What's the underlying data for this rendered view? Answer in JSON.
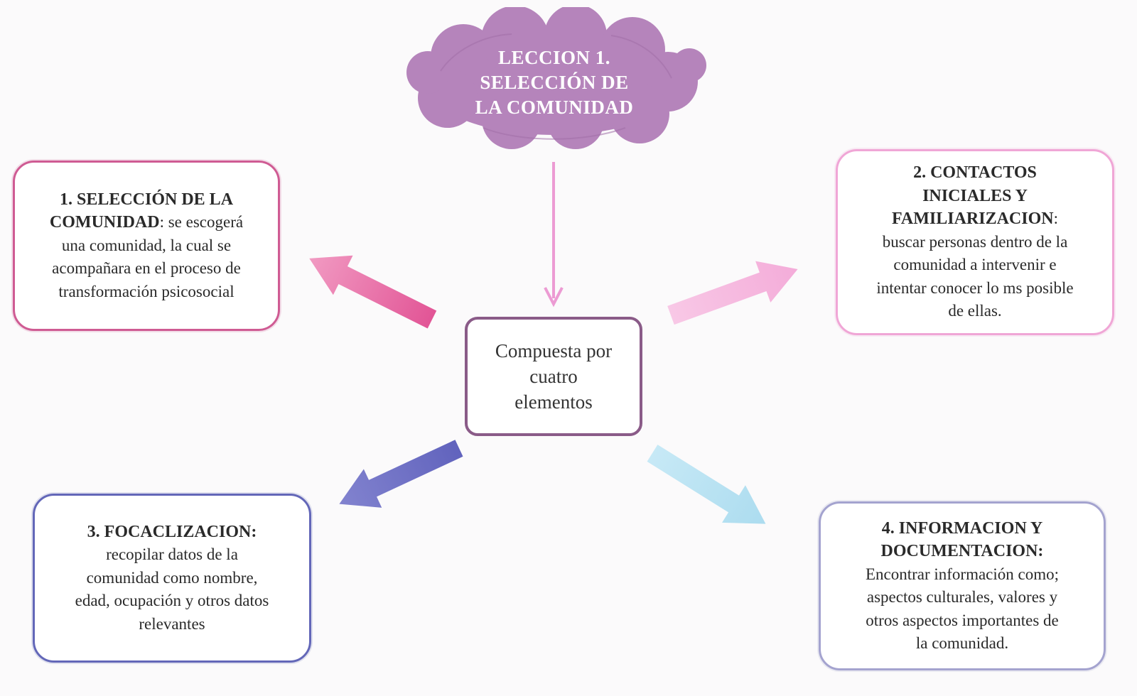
{
  "title_cloud": {
    "line1": "LECCION 1.",
    "line2": "SELECCIÓN DE",
    "line3": "LA COMUNIDAD",
    "color": "#b87fbd"
  },
  "center": {
    "line1": "Compuesta por",
    "line2": "cuatro",
    "line3": "elementos"
  },
  "elements": [
    {
      "heading_1": "1. SELECCIÓN DE LA",
      "heading_2": "COMUNIDAD",
      "text_1": ": se escogerá",
      "text_2": "una comunidad,  la cual se",
      "text_3": "acompañara en el proceso de",
      "text_4": "transformación psicosocial",
      "color": "#cf5b93"
    },
    {
      "heading_1": "2. CONTACTOS",
      "heading_2": "INICIALES Y",
      "heading_3": "FAMILIARIZACION",
      "text_1": ":",
      "text_2": "buscar personas dentro de la",
      "text_3": "comunidad a intervenir e",
      "text_4": "intentar conocer lo ms posible",
      "text_5": "de ellas.",
      "color": "#f0a6d6"
    },
    {
      "heading_1": "3. FOCACLIZACION:",
      "text_1": "recopilar datos de la",
      "text_2": "comunidad como nombre,",
      "text_3": "edad, ocupación y otros datos",
      "text_4": "relevantes",
      "color": "#6367b8"
    },
    {
      "heading_1": "4. INFORMACION Y",
      "heading_2": "DOCUMENTACION:",
      "text_1": "Encontrar información como;",
      "text_2": "aspectos culturales, valores y",
      "text_3": "otros aspectos importantes de",
      "text_4": "la comunidad.",
      "color": "#a4a3cf"
    }
  ],
  "arrow_colors": {
    "down": "#f0a6d6",
    "to_1": "#e56aa4",
    "to_2": "#f6b7e0",
    "to_3": "#7474c6",
    "to_4": "#b7e3f3"
  }
}
